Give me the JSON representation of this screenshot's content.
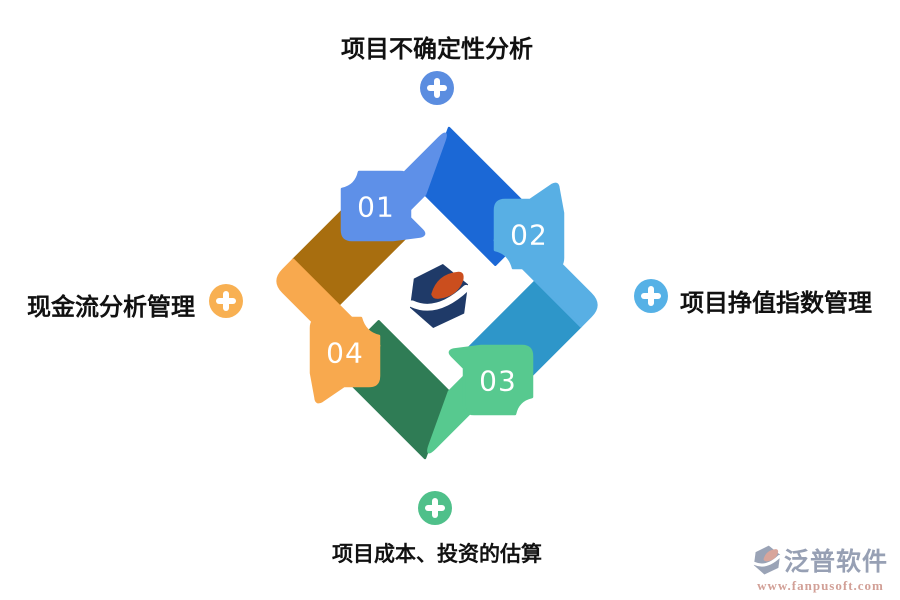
{
  "diagram": {
    "steps": [
      {
        "number": "01",
        "label": "项目不确定性分析",
        "label_position": "top",
        "band_color": "#5E90E8",
        "fold_color": "#1B68D6",
        "plus_color": "#5B8DE0"
      },
      {
        "number": "02",
        "label": "项目挣值指数管理",
        "label_position": "right",
        "band_color": "#58AFE4",
        "fold_color": "#2E96C9",
        "plus_color": "#56B1E6"
      },
      {
        "number": "03",
        "label": "项目成本、投资的估算",
        "label_position": "bottom",
        "band_color": "#57C98F",
        "fold_color": "#2F7C55",
        "plus_color": "#4FC08A"
      },
      {
        "number": "04",
        "label": "现金流分析管理",
        "label_position": "left",
        "band_color": "#F8A94E",
        "fold_color": "#A86E0F",
        "plus_color": "#F8B052"
      }
    ],
    "center_logo": {
      "name": "fanpu-logo",
      "primary_color": "#1F3A68",
      "accent_color": "#CB4E1E"
    }
  },
  "watermark": {
    "brand": "泛普软件",
    "url": "www.fanpusoft.com",
    "brand_color": "#97A0B4",
    "url_color": "#D2A097",
    "logo_color": "#9AA3B6",
    "logo_accent": "#D8A59B"
  }
}
